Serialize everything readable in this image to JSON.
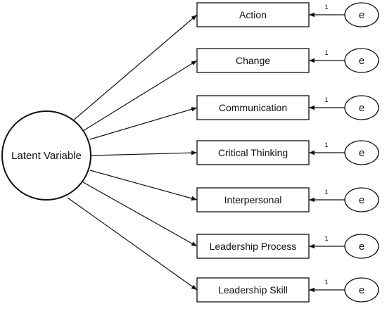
{
  "latent": {
    "label": "Latent Variable"
  },
  "indicators": [
    {
      "label": "Action",
      "error_label": "e",
      "weight": "1"
    },
    {
      "label": "Change",
      "error_label": "e",
      "weight": "1"
    },
    {
      "label": "Communication",
      "error_label": "e",
      "weight": "1"
    },
    {
      "label": "Critical Thinking",
      "error_label": "e",
      "weight": "1"
    },
    {
      "label": "Interpersonal",
      "error_label": "e",
      "weight": "1"
    },
    {
      "label": "Leadership Process",
      "error_label": "e",
      "weight": "1"
    },
    {
      "label": "Leadership Skill",
      "error_label": "e",
      "weight": "1"
    }
  ],
  "colors": {
    "stroke": "#111111",
    "background": "#ffffff"
  }
}
